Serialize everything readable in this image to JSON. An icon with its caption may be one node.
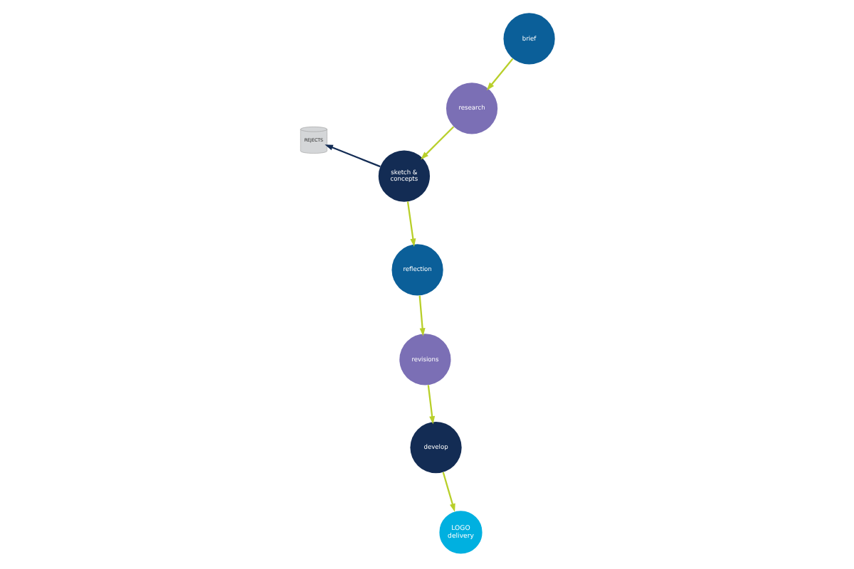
{
  "diagram": {
    "nodes": [
      {
        "text": [
          "brief"
        ]
      },
      {
        "text": [
          "research"
        ]
      },
      {
        "text": [
          "sketch & concepts"
        ]
      },
      {
        "text": [
          "reflection"
        ]
      },
      {
        "text": [
          "revisions"
        ]
      },
      {
        "text": [
          "develop"
        ]
      },
      {
        "text": [
          "LOGO",
          "delivery"
        ]
      },
      {
        "text": [
          "REJECTS"
        ]
      }
    ],
    "edges": [
      {
        "from": 0,
        "to": 1,
        "arrow": "to"
      },
      {
        "from": 1,
        "to": 2,
        "arrow": "to"
      },
      {
        "from": 2,
        "to": 3,
        "arrow": "to"
      },
      {
        "from": 3,
        "to": 4,
        "arrow": "to"
      },
      {
        "from": 4,
        "to": 5,
        "arrow": "to"
      },
      {
        "from": 5,
        "to": 6,
        "arrow": "to"
      },
      {
        "from": 2,
        "to": 7,
        "arrow": "to",
        "color": "#132c54"
      }
    ]
  }
}
